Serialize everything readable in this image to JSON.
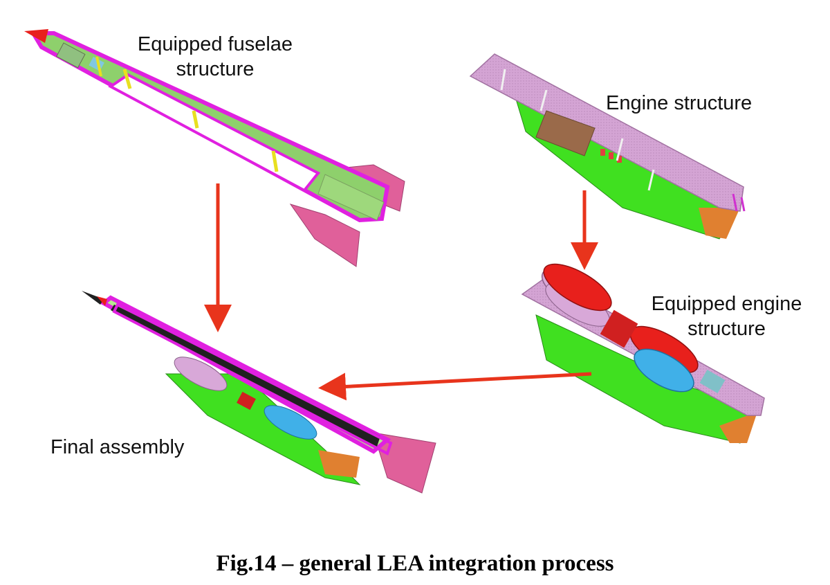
{
  "labels": {
    "fuselage_line1": "Equipped fuselae",
    "fuselage_line2": "structure",
    "engine": "Engine structure",
    "equipped_engine_line1": "Equipped engine",
    "equipped_engine_line2": "structure",
    "final": "Final assembly"
  },
  "caption": "Fig.14 – general LEA integration process",
  "colors": {
    "magenta": "#e020e0",
    "green": "#8ed06c",
    "bright_green": "#40e020",
    "pink": "#e0609a",
    "lavender": "#d8a8d8",
    "red": "#e8201c",
    "blue": "#40b0e8",
    "arrow": "#e8341c"
  }
}
